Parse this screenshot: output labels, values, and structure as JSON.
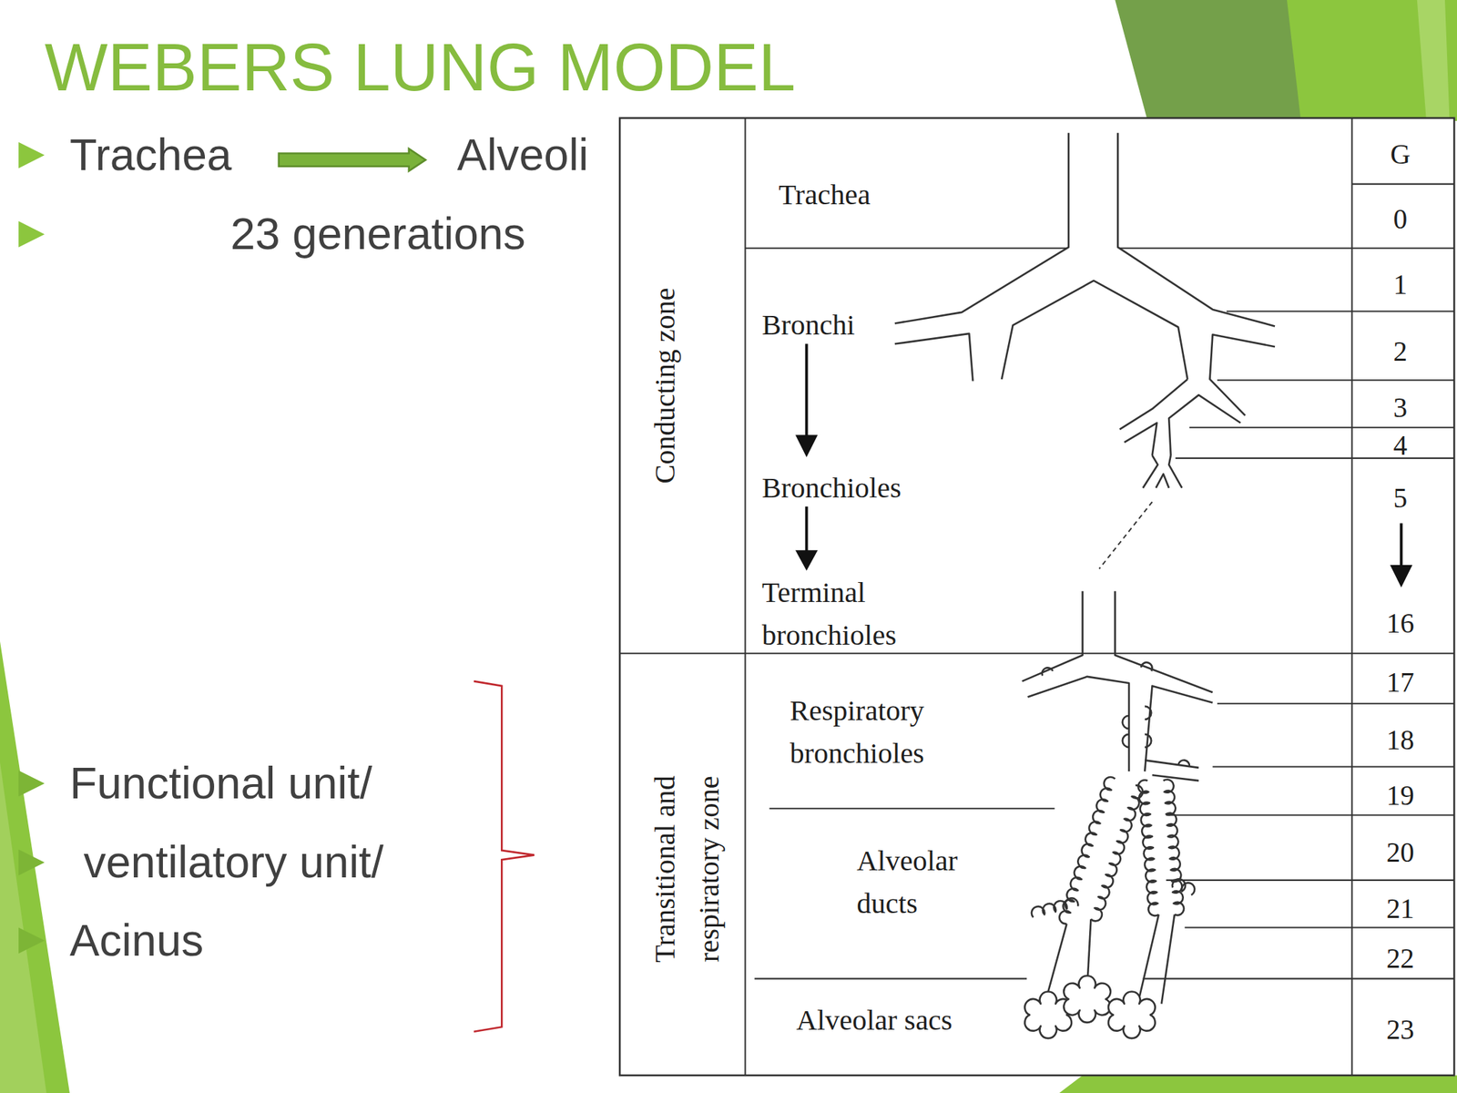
{
  "diagram": {
    "title": "WEBERS LUNG MODEL",
    "labels": [
      "Trachea",
      "Alveoli",
      "23 generations",
      "Functional unit/",
      "ventilatory unit/",
      "Acinus",
      "G",
      "Trachea",
      "0",
      "Conducting zone",
      "Bronchi",
      "1",
      "2",
      "3",
      "4",
      "Bronchioles",
      "5",
      "Terminal bronchioles",
      "16",
      "Transitional and respiratory zone",
      "Respiratory bronchioles",
      "17",
      "18",
      "19",
      "Alveolar ducts",
      "20",
      "21",
      "22",
      "Alveolar sacs",
      "23"
    ]
  }
}
